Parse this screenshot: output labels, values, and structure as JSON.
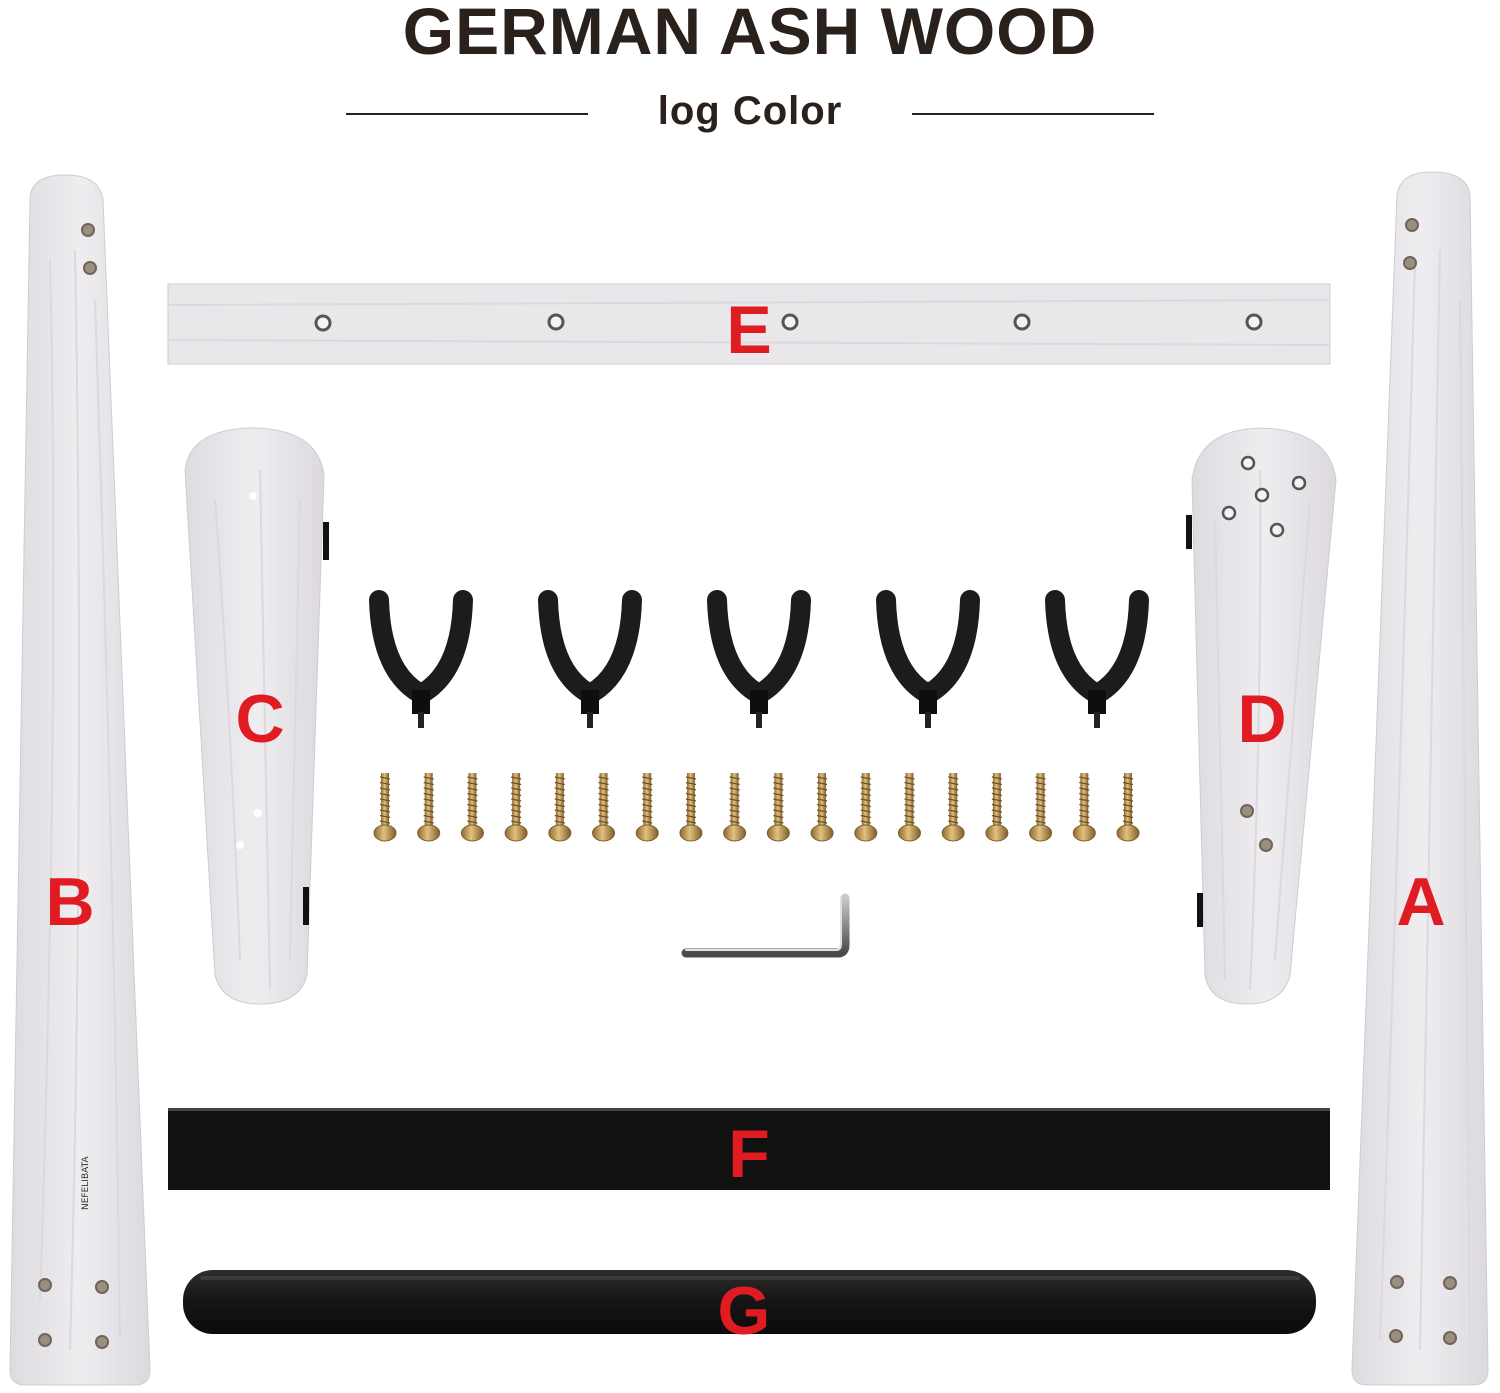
{
  "header": {
    "title": "GERMAN ASH WOOD",
    "subtitle": "log Color"
  },
  "parts": {
    "A": "A",
    "B": "B",
    "C": "C",
    "D": "D",
    "E": "E",
    "F": "F",
    "G": "G"
  },
  "brand_mark": "NEFELIBATA",
  "counts": {
    "hooks": 5,
    "screws": 18
  },
  "colors": {
    "wood": "#e9e7ea",
    "wood_grain": "#d6d3d8",
    "label_red": "#e01b22",
    "heading": "#2a201c",
    "black_bar": "#111111",
    "foam": "#1a1a1a",
    "screw": "#c69c54"
  }
}
